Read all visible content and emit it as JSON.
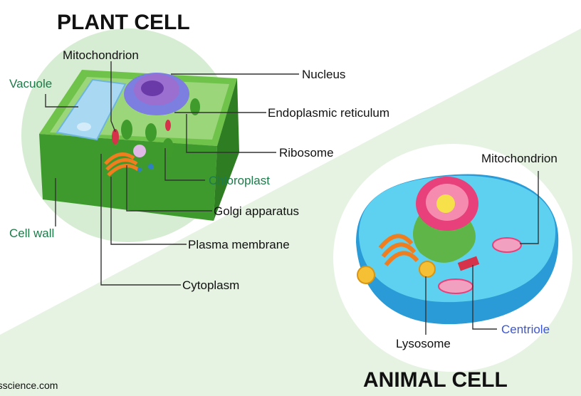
{
  "titles": {
    "plant": "PLANT CELL",
    "animal": "ANIMAL CELL"
  },
  "labels": {
    "mitochondrion_plant": "Mitochondrion",
    "vacuole": "Vacuole",
    "nucleus": "Nucleus",
    "er": "Endoplasmic reticulum",
    "ribosome": "Ribosome",
    "chloroplast": "Chloroplast",
    "cell_wall": "Cell wall",
    "golgi": "Golgi apparatus",
    "plasma_membrane": "Plasma membrane",
    "cytoplasm": "Cytoplasm",
    "mitochondrion_animal": "Mitochondrion",
    "centriole": "Centriole",
    "lysosome": "Lysosome"
  },
  "credit": "rsscience.com",
  "colors": {
    "background_band": "#e6f3e3",
    "plant_label": "#1d7a4a",
    "centriole_label": "#3b56d6",
    "cell_wall_green": "#3f9a2e",
    "animal_cytoplasm": "#5fd1f0"
  }
}
